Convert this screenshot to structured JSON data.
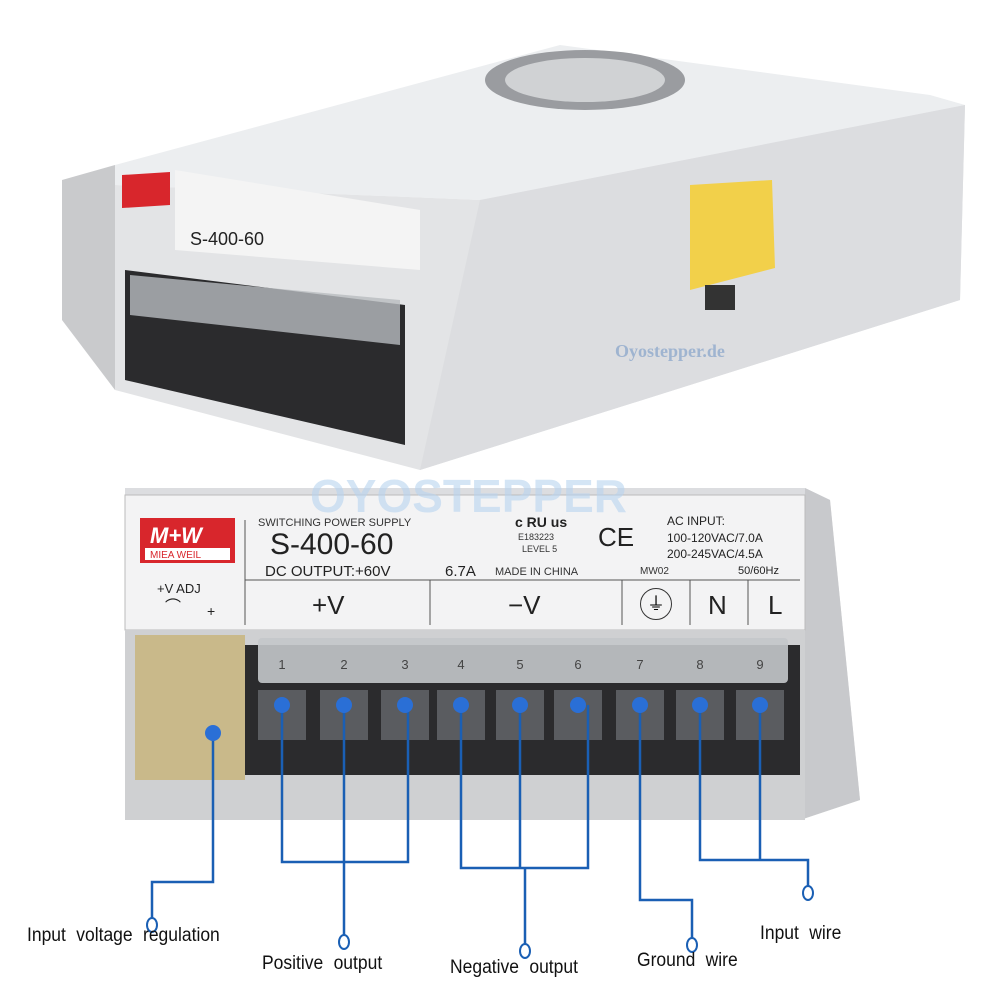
{
  "brand": {
    "logo": "M+W",
    "name": "MIEA WEIL",
    "color": "#d8262c"
  },
  "label": {
    "type": "SWITCHING POWER SUPPLY",
    "model": "S-400-60",
    "output": "DC OUTPUT:+60V",
    "current": "6.7A",
    "origin": "MADE IN CHINA",
    "cert_ul": "c RU us",
    "cert_code": "E183223",
    "level": "LEVEL 5",
    "ce": "CE",
    "ac_title": "AC INPUT:",
    "ac1": "100-120VAC/7.0A",
    "ac2": "200-245VAC/4.5A",
    "code": "MW02",
    "freq": "50/60Hz",
    "adj": "+V ADJ",
    "adj_plus": "+"
  },
  "terminals": {
    "plus": "+V",
    "minus": "−V",
    "ground_icon": "ground-icon",
    "n": "N",
    "l": "L",
    "numbers": [
      "1",
      "2",
      "3",
      "4",
      "5",
      "6",
      "7",
      "8",
      "9"
    ]
  },
  "watermarks": {
    "top": "Oyostepper.de",
    "center": "OYOSTEPPER"
  },
  "callouts": {
    "regulation": "Input voltage regulation",
    "positive": "Positive output",
    "negative": "Negative output",
    "ground": "Ground wire",
    "input": "Input wire"
  },
  "colors": {
    "callout": "#1a5fb4",
    "dot": "#2a6fd6",
    "case": "#d9dadc"
  }
}
